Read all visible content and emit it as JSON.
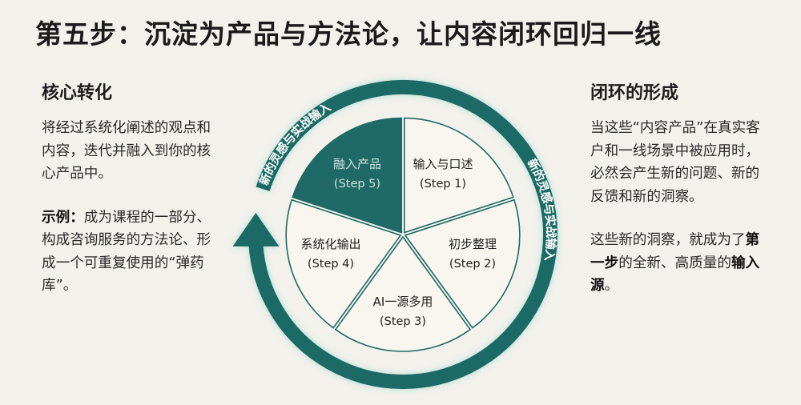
{
  "title": "第五步：沉淀为产品与方法论，让内容闭环回归一线",
  "left": {
    "heading": "核心转化",
    "paragraph": "将经过系统化阐述的观点和内容，迭代并融入到你的核心产品中。",
    "example_label": "示例：",
    "example_text": "成为课程的一部分、构成咨询服务的方法论、形成一个可重复使用的“弹药库”。"
  },
  "right": {
    "heading": "闭环的形成",
    "paragraph": "当这些“内容产品”在真实客户和一线场景中被应用时，必然会产生新的问题、新的反馈和新的洞察。",
    "p2_a": "这些新的洞察，就成为了",
    "p2_b": "第一步",
    "p2_c": "的全新、高质量的",
    "p2_d": "输入源",
    "p2_e": "。"
  },
  "cycle": {
    "ring_label_left": "新的灵感与实战输入",
    "ring_label_right": "新的灵感与实战输入",
    "steps": [
      {
        "name": "输入与口述",
        "step": "(Step 1)"
      },
      {
        "name": "初步整理",
        "step": "(Step 2)"
      },
      {
        "name": "AI一源多用",
        "step": "(Step 3)"
      },
      {
        "name": "系统化输出",
        "step": "(Step 4)"
      },
      {
        "name": "融入产品",
        "step": "(Step 5)",
        "highlighted": true
      }
    ],
    "colors": {
      "teal": "#1f6a66",
      "slice_fill": "#f8f6ef",
      "highlight_text": "#cfe3e0"
    }
  }
}
